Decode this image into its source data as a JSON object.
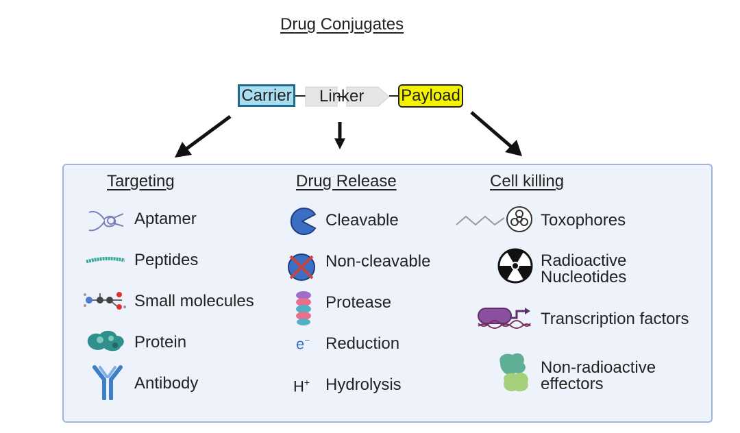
{
  "title": "Drug Conjugates",
  "conjugate": {
    "carrier": "Carrier",
    "linker": "Linker",
    "payload": "Payload"
  },
  "colors": {
    "carrier_fill": "#a8def0",
    "carrier_border": "#1f6a8e",
    "payload_fill": "#f5f200",
    "panel_fill": "#eef3fb",
    "panel_border": "#9fb4d8"
  },
  "targeting": {
    "heading": "Targeting",
    "items": [
      {
        "label": "Aptamer",
        "icon": "aptamer-icon"
      },
      {
        "label": "Peptides",
        "icon": "peptide-chain-icon"
      },
      {
        "label": "Small molecules",
        "icon": "molecule-icon"
      },
      {
        "label": "Protein",
        "icon": "protein-icon"
      },
      {
        "label": "Antibody",
        "icon": "antibody-icon"
      }
    ]
  },
  "drug_release": {
    "heading": "Drug Release",
    "items": [
      {
        "label": "Cleavable",
        "icon": "pacman-icon"
      },
      {
        "label": "Non-cleavable",
        "icon": "crossed-circle-icon"
      },
      {
        "label": "Protease",
        "icon": "protease-icon"
      },
      {
        "label": "Reduction",
        "icon": "electron-icon",
        "symbol": "e-"
      },
      {
        "label": "Hydrolysis",
        "icon": "proton-icon",
        "symbol": "H+"
      }
    ]
  },
  "cell_killing": {
    "heading": "Cell killing",
    "items": [
      {
        "label": "Toxophores",
        "icon": "biohazard-icon"
      },
      {
        "label": "Radioactive Nucleotides",
        "line1": "Radioactive",
        "line2": "Nucleotides",
        "icon": "radiation-icon"
      },
      {
        "label": "Transcription factors",
        "icon": "transcription-factor-icon"
      },
      {
        "label": "Non-radioactive effectors",
        "line1": "Non-radioactive",
        "line2": "effectors",
        "icon": "effector-icon"
      }
    ]
  }
}
